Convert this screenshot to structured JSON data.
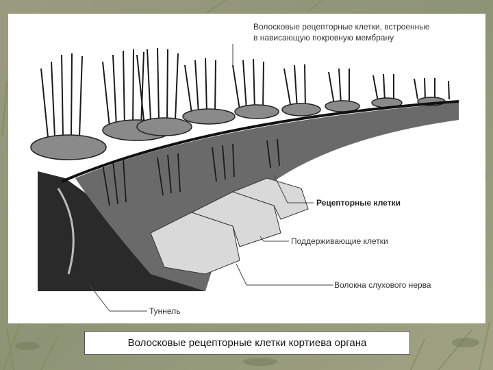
{
  "labels": {
    "hair_cells_membrane_line1": "Волосковые рецепторные клетки, встроенные",
    "hair_cells_membrane_line2": "в нависающую покровную мембрану",
    "receptor_cells": "Рецепторные клетки",
    "supporting_cells": "Поддерживающие клетки",
    "nerve_fibers": "Волокна слухового нерва",
    "tunnel": "Туннель"
  },
  "caption": "Волосковые рецепторные клетки кортиева органа"
}
